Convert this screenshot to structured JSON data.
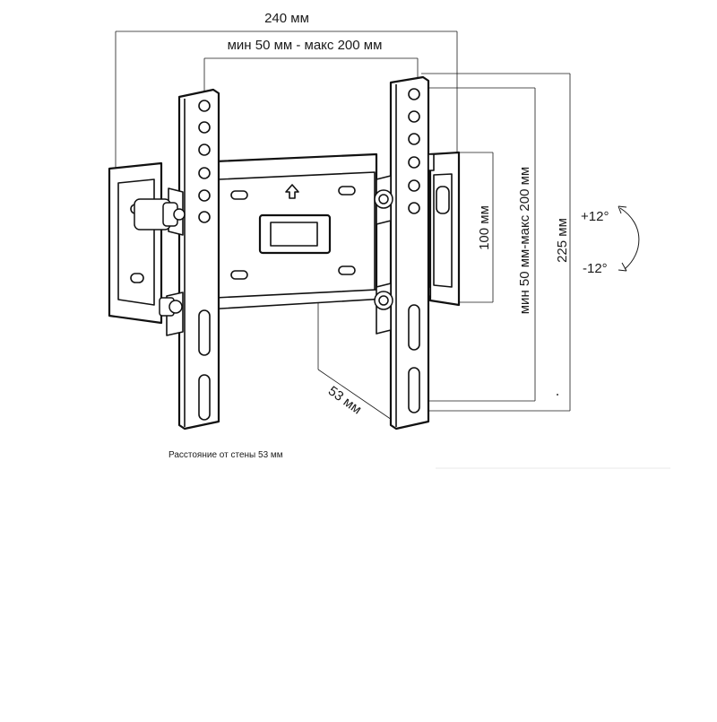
{
  "dimensions": {
    "width_total": "240 мм",
    "vesa_horizontal": "мин  50 мм - макс 200 мм",
    "vesa_vertical": "мин 50 мм-макс 200 мм",
    "height_total": "225 мм",
    "wall_plate_height": "100 мм",
    "depth": "53 мм"
  },
  "tilt": {
    "up": "+12°",
    "down": "-12°"
  },
  "caption": "Расстояние от стены 53 мм"
}
